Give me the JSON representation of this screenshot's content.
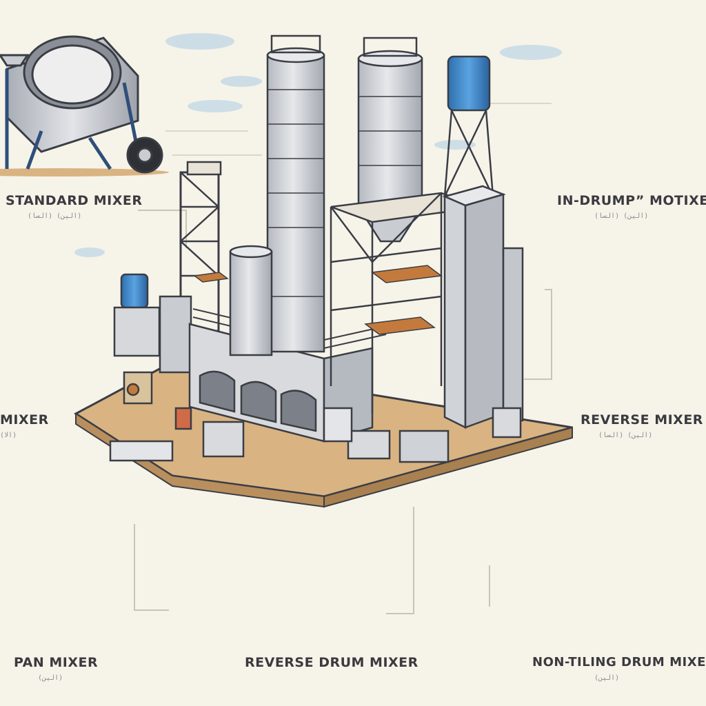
{
  "labels": {
    "standard": "STANDARD MIXER",
    "in_drum": "IN-DRUMP” MOTIXER",
    "left_mid": "MIXER",
    "reverse": "REVERSE MIXER",
    "pan": "PAN MIXER",
    "reverse_drum": "REVERSE DRUM MIXER",
    "non_tilting": "NON-TILING DRUM MIXER"
  },
  "sublabels": {
    "standard": "(السا)  (الين)",
    "in_drum": "(السا)  (الين)",
    "left_mid": "(الا)",
    "reverse": "(السا)  (الين)",
    "pan": "(الين)",
    "non_tilting": "(الين)"
  },
  "colors": {
    "background": "#f6f3e9",
    "ground": "#d9b382",
    "ground_dark": "#b98f5e",
    "steel": "#c9ccd1",
    "steel_dark": "#8a8f97",
    "blue_accent": "#3f86c9",
    "frame_blue": "#2f4f7a",
    "outline": "#3a3d44",
    "wood": "#c47a3c"
  }
}
